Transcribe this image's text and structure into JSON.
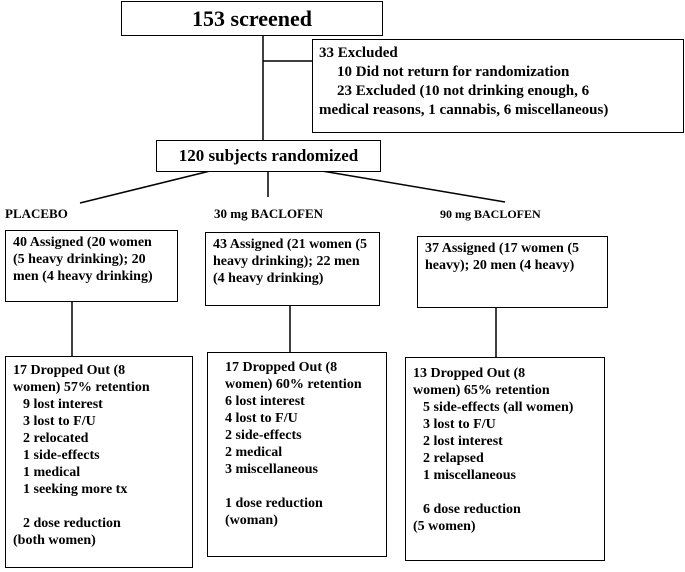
{
  "screened": "153 screened",
  "excluded": {
    "title": "33 Excluded",
    "line1": "10 Did not return for randomization",
    "line2a": "23 Excluded (10 not drinking enough, 6",
    "line2b": "medical reasons, 1 cannabis, 6 miscellaneous)"
  },
  "randomized": "120 subjects randomized",
  "arms": [
    {
      "label": "PLACEBO",
      "assigned": [
        "40 Assigned (20 women",
        "(5 heavy drinking); 20",
        "men (4 heavy drinking)"
      ],
      "dropout": [
        "17 Dropped Out (8",
        "women) 57% retention"
      ],
      "reasons": [
        "9 lost interest",
        "3 lost to F/U",
        "2 relocated",
        "1 side-effects",
        "1 medical",
        "1 seeking more tx"
      ],
      "dose": [
        "2 dose reduction",
        "(both women)"
      ]
    },
    {
      "label": "30 mg BACLOFEN",
      "assigned": [
        "43 Assigned (21 women (5",
        "heavy drinking); 22 men",
        "(4 heavy drinking)"
      ],
      "dropout": [
        "17 Dropped Out (8",
        "women) 60% retention"
      ],
      "reasons": [
        "6 lost interest",
        "4 lost to F/U",
        "2 side-effects",
        "2 medical",
        "3 miscellaneous"
      ],
      "dose": [
        "1 dose reduction",
        "(woman)"
      ]
    },
    {
      "label": "90 mg BACLOFEN",
      "assigned": [
        "37  Assigned (17 women (5",
        "heavy); 20 men (4 heavy)"
      ],
      "dropout": [
        "13  Dropped Out (8",
        "women) 65% retention"
      ],
      "reasons": [
        "5 side-effects (all women)",
        "3 lost to F/U",
        "2 lost interest",
        "2 relapsed",
        "1 miscellaneous"
      ],
      "dose": [
        "6 dose reduction",
        "(5 women)"
      ]
    }
  ]
}
